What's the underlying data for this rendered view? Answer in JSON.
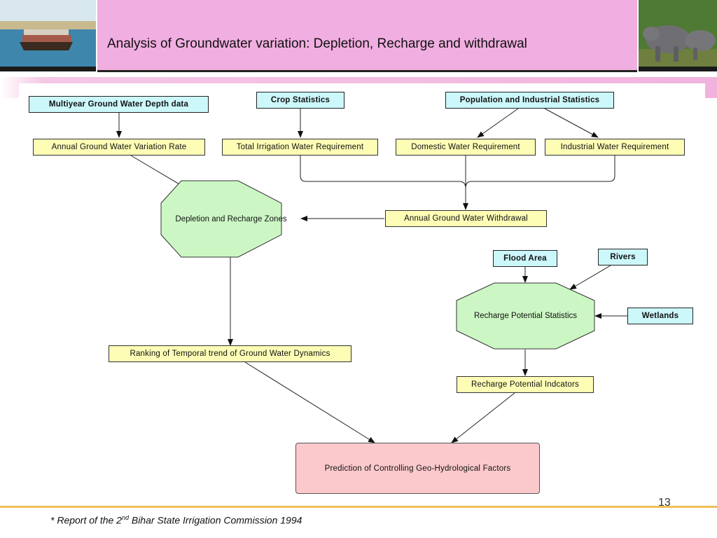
{
  "title": "Analysis of Groundwater variation: Depletion, Recharge and withdrawal",
  "nodes": {
    "gw_depth_data": "Multiyear Ground Water Depth data",
    "crop_stats": "Crop Statistics",
    "pop_ind_stats": "Population and Industrial Statistics",
    "gw_variation_rate": "Annual Ground Water Variation Rate",
    "irrigation_req": "Total Irrigation Water Requirement",
    "domestic_req": "Domestic Water Requirement",
    "industrial_req": "Industrial Water Requirement",
    "depletion_zones": "Depletion and Recharge Zones",
    "gw_withdrawal": "Annual Ground Water Withdrawal",
    "flood_area": "Flood Area",
    "rivers": "Rivers",
    "wetlands": "Wetlands",
    "recharge_stats": "Recharge Potential Statistics",
    "ranking": "Ranking of Temporal trend of Ground Water Dynamics",
    "recharge_indicators": "Recharge Potential Indcators",
    "prediction": "Prediction of Controlling Geo-Hydrological Factors"
  },
  "footnote": {
    "prefix": "* Report of the 2",
    "sup": "nd",
    "suffix": " Bihar State Irrigation Commission 1994"
  },
  "page_number": "13",
  "colors": {
    "title_band": "#f1aee0",
    "source_box": "#ccf7fb",
    "process_box": "#fdfdb6",
    "octagon": "#ccf7c4",
    "final_box": "#fbc9cc",
    "bottom_line": "#f1bf55"
  }
}
